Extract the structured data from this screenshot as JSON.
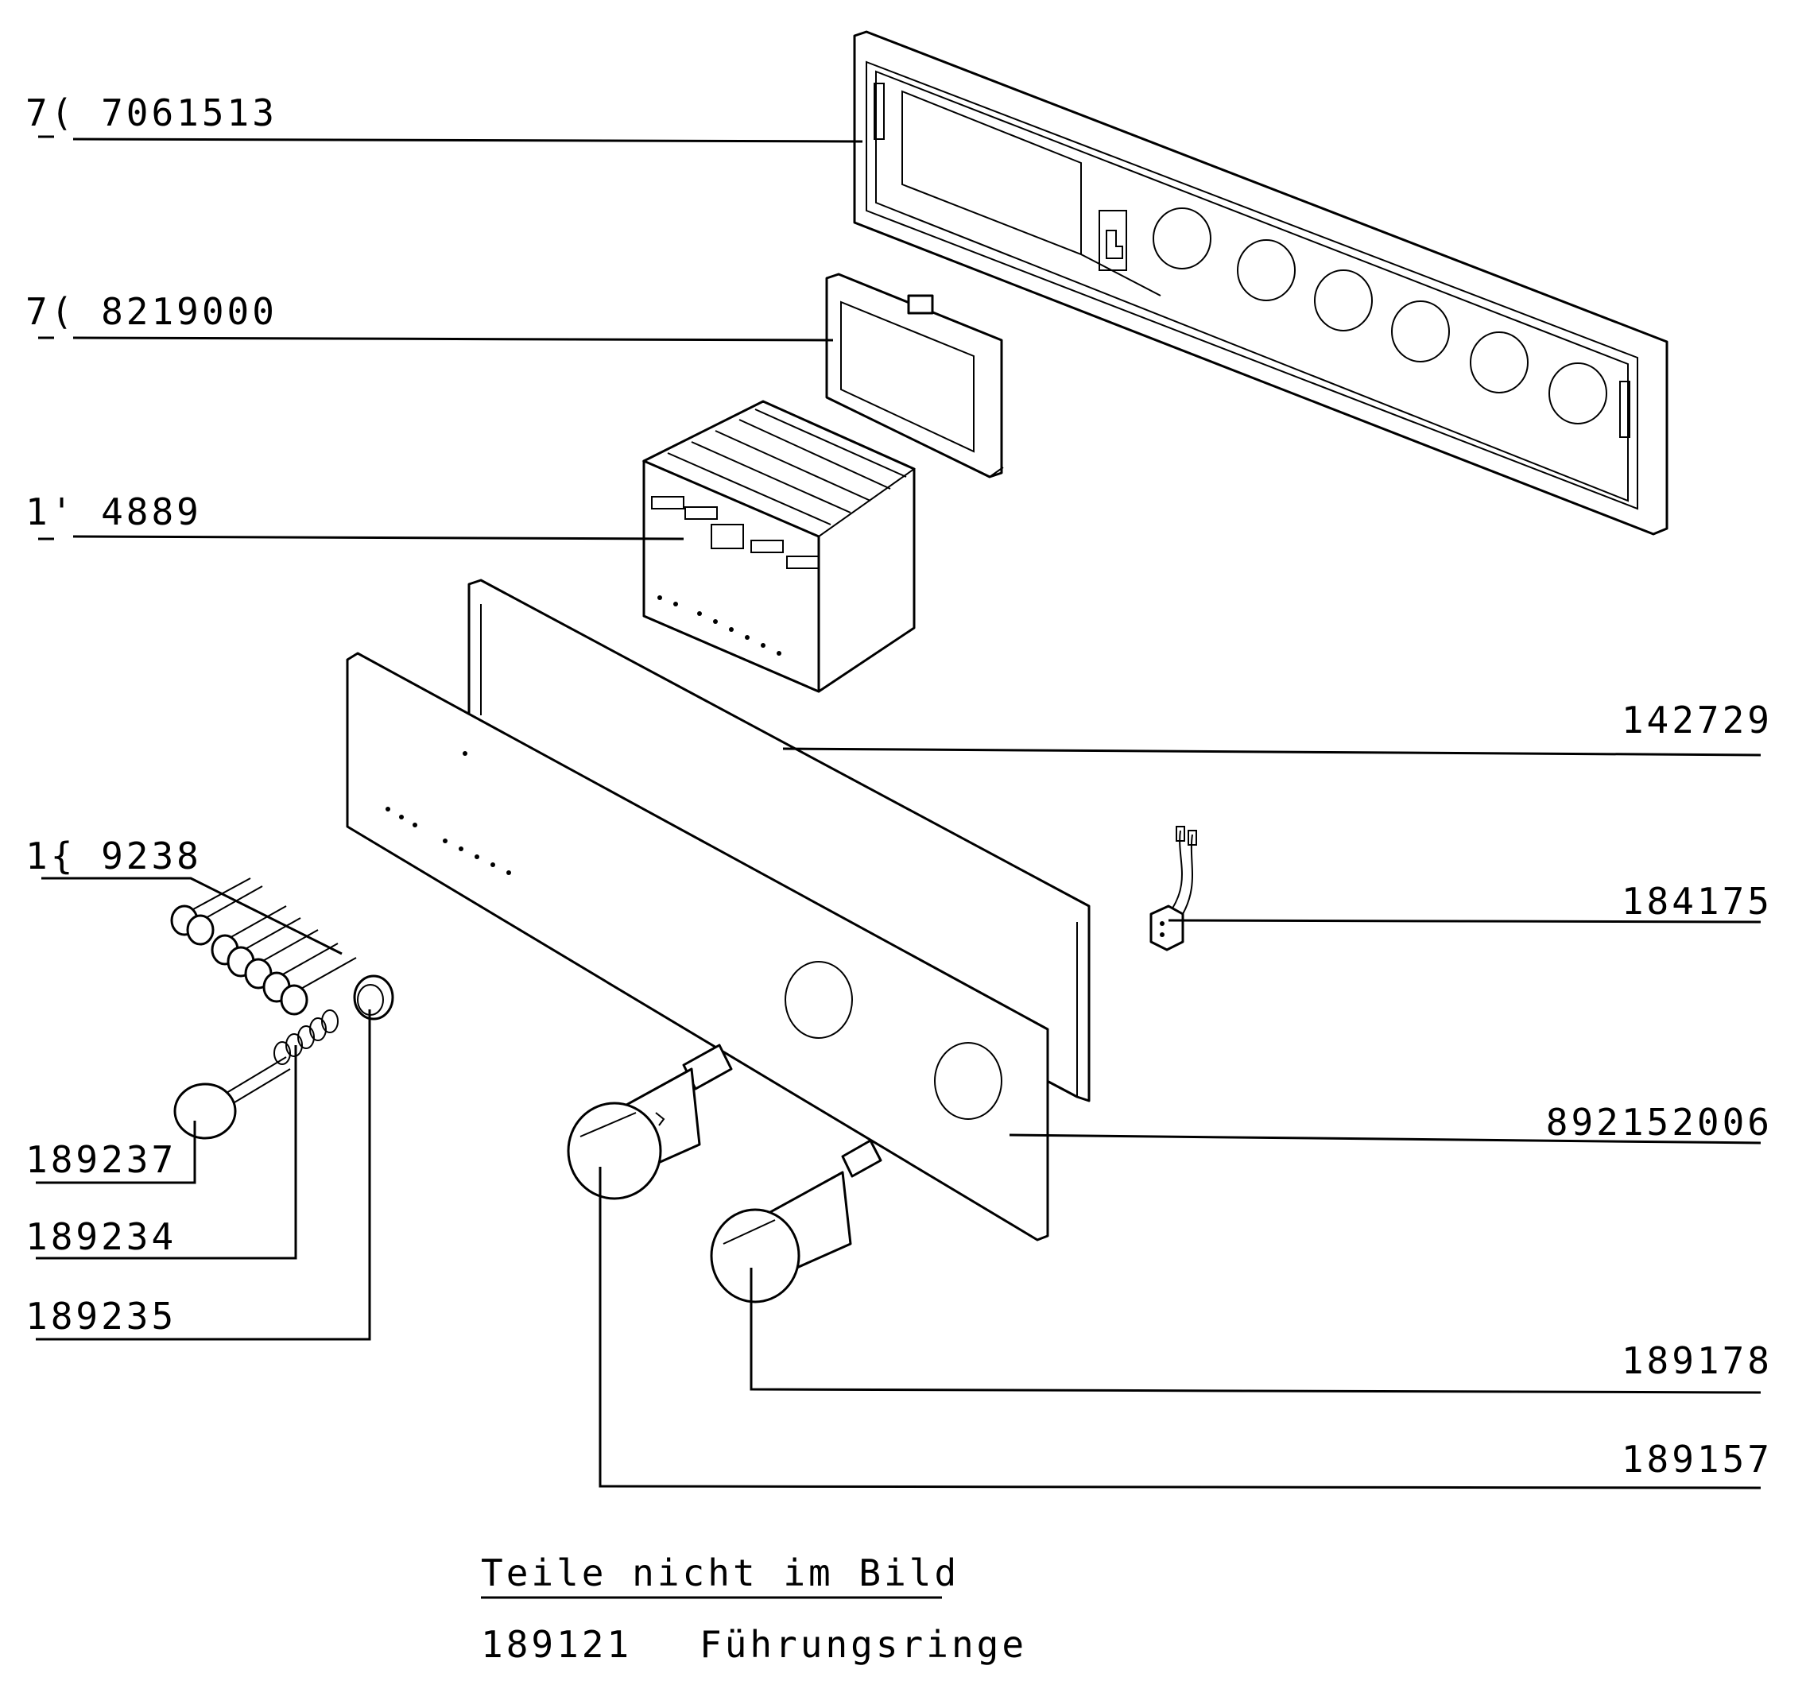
{
  "labels": {
    "p1": "7( 7061513",
    "p2": "7( 8219000",
    "p3": "1' 4889",
    "p4": "142729",
    "p5": "1{ 9238",
    "p6": "184175",
    "p7": "892152006",
    "p8": "189237",
    "p9": "189234",
    "p10": "189235",
    "p11": "189178",
    "p12": "189157"
  },
  "note": {
    "heading": "Teile nicht im Bild",
    "part_number": "189121",
    "part_name": "Führungsringe"
  }
}
